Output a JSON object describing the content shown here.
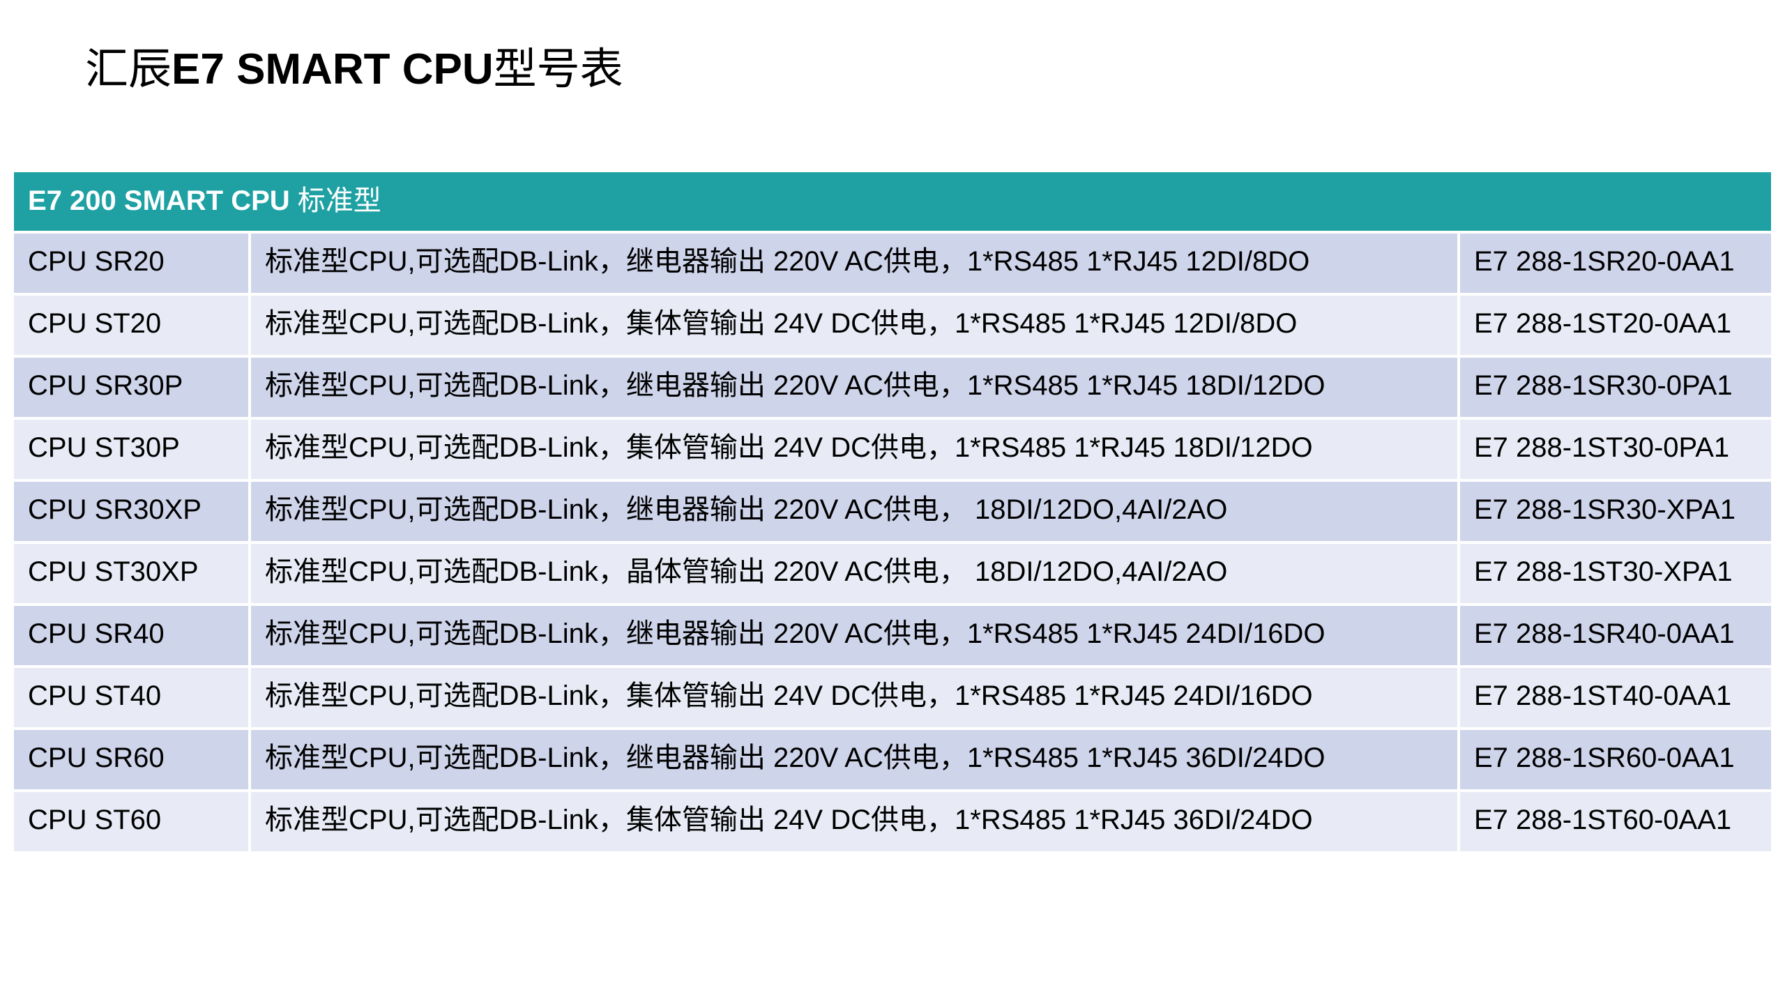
{
  "page": {
    "title_prefix": "汇辰",
    "title_model": "E7 SMART CPU",
    "title_suffix": "型号表"
  },
  "table": {
    "header_model": "E7 200 SMART CPU",
    "header_type": "标准型",
    "colors": {
      "header_bg": "#1fa1a4",
      "row_odd_bg": "#ced4ea",
      "row_even_bg": "#e8ebf5"
    },
    "rows": [
      {
        "model": "CPU SR20",
        "description": "标准型CPU,可选配DB-Link，继电器输出 220V AC供电，1*RS485 1*RJ45 12DI/8DO",
        "order_no": "E7 288-1SR20-0AA1"
      },
      {
        "model": "CPU ST20",
        "description": "标准型CPU,可选配DB-Link，集体管输出 24V DC供电，1*RS485 1*RJ45 12DI/8DO",
        "order_no": "E7 288-1ST20-0AA1"
      },
      {
        "model": "CPU SR30P",
        "description": "标准型CPU,可选配DB-Link，继电器输出 220V AC供电，1*RS485 1*RJ45 18DI/12DO",
        "order_no": "E7 288-1SR30-0PA1"
      },
      {
        "model": "CPU ST30P",
        "description": "标准型CPU,可选配DB-Link，集体管输出 24V DC供电，1*RS485 1*RJ45 18DI/12DO",
        "order_no": "E7 288-1ST30-0PA1"
      },
      {
        "model": "CPU SR30XP",
        "description": "标准型CPU,可选配DB-Link，继电器输出 220V AC供电， 18DI/12DO,4AI/2AO",
        "order_no": "E7 288-1SR30-XPA1"
      },
      {
        "model": "CPU ST30XP",
        "description": "标准型CPU,可选配DB-Link，晶体管输出 220V AC供电， 18DI/12DO,4AI/2AO",
        "order_no": "E7 288-1ST30-XPA1"
      },
      {
        "model": "CPU SR40",
        "description": "标准型CPU,可选配DB-Link，继电器输出 220V AC供电，1*RS485 1*RJ45 24DI/16DO",
        "order_no": "E7 288-1SR40-0AA1"
      },
      {
        "model": "CPU ST40",
        "description": "标准型CPU,可选配DB-Link，集体管输出 24V DC供电，1*RS485 1*RJ45 24DI/16DO",
        "order_no": "E7 288-1ST40-0AA1"
      },
      {
        "model": "CPU SR60",
        "description": "标准型CPU,可选配DB-Link，继电器输出 220V AC供电，1*RS485 1*RJ45 36DI/24DO",
        "order_no": "E7 288-1SR60-0AA1"
      },
      {
        "model": "CPU ST60",
        "description": "标准型CPU,可选配DB-Link，集体管输出 24V DC供电，1*RS485 1*RJ45 36DI/24DO",
        "order_no": "E7 288-1ST60-0AA1"
      }
    ]
  }
}
